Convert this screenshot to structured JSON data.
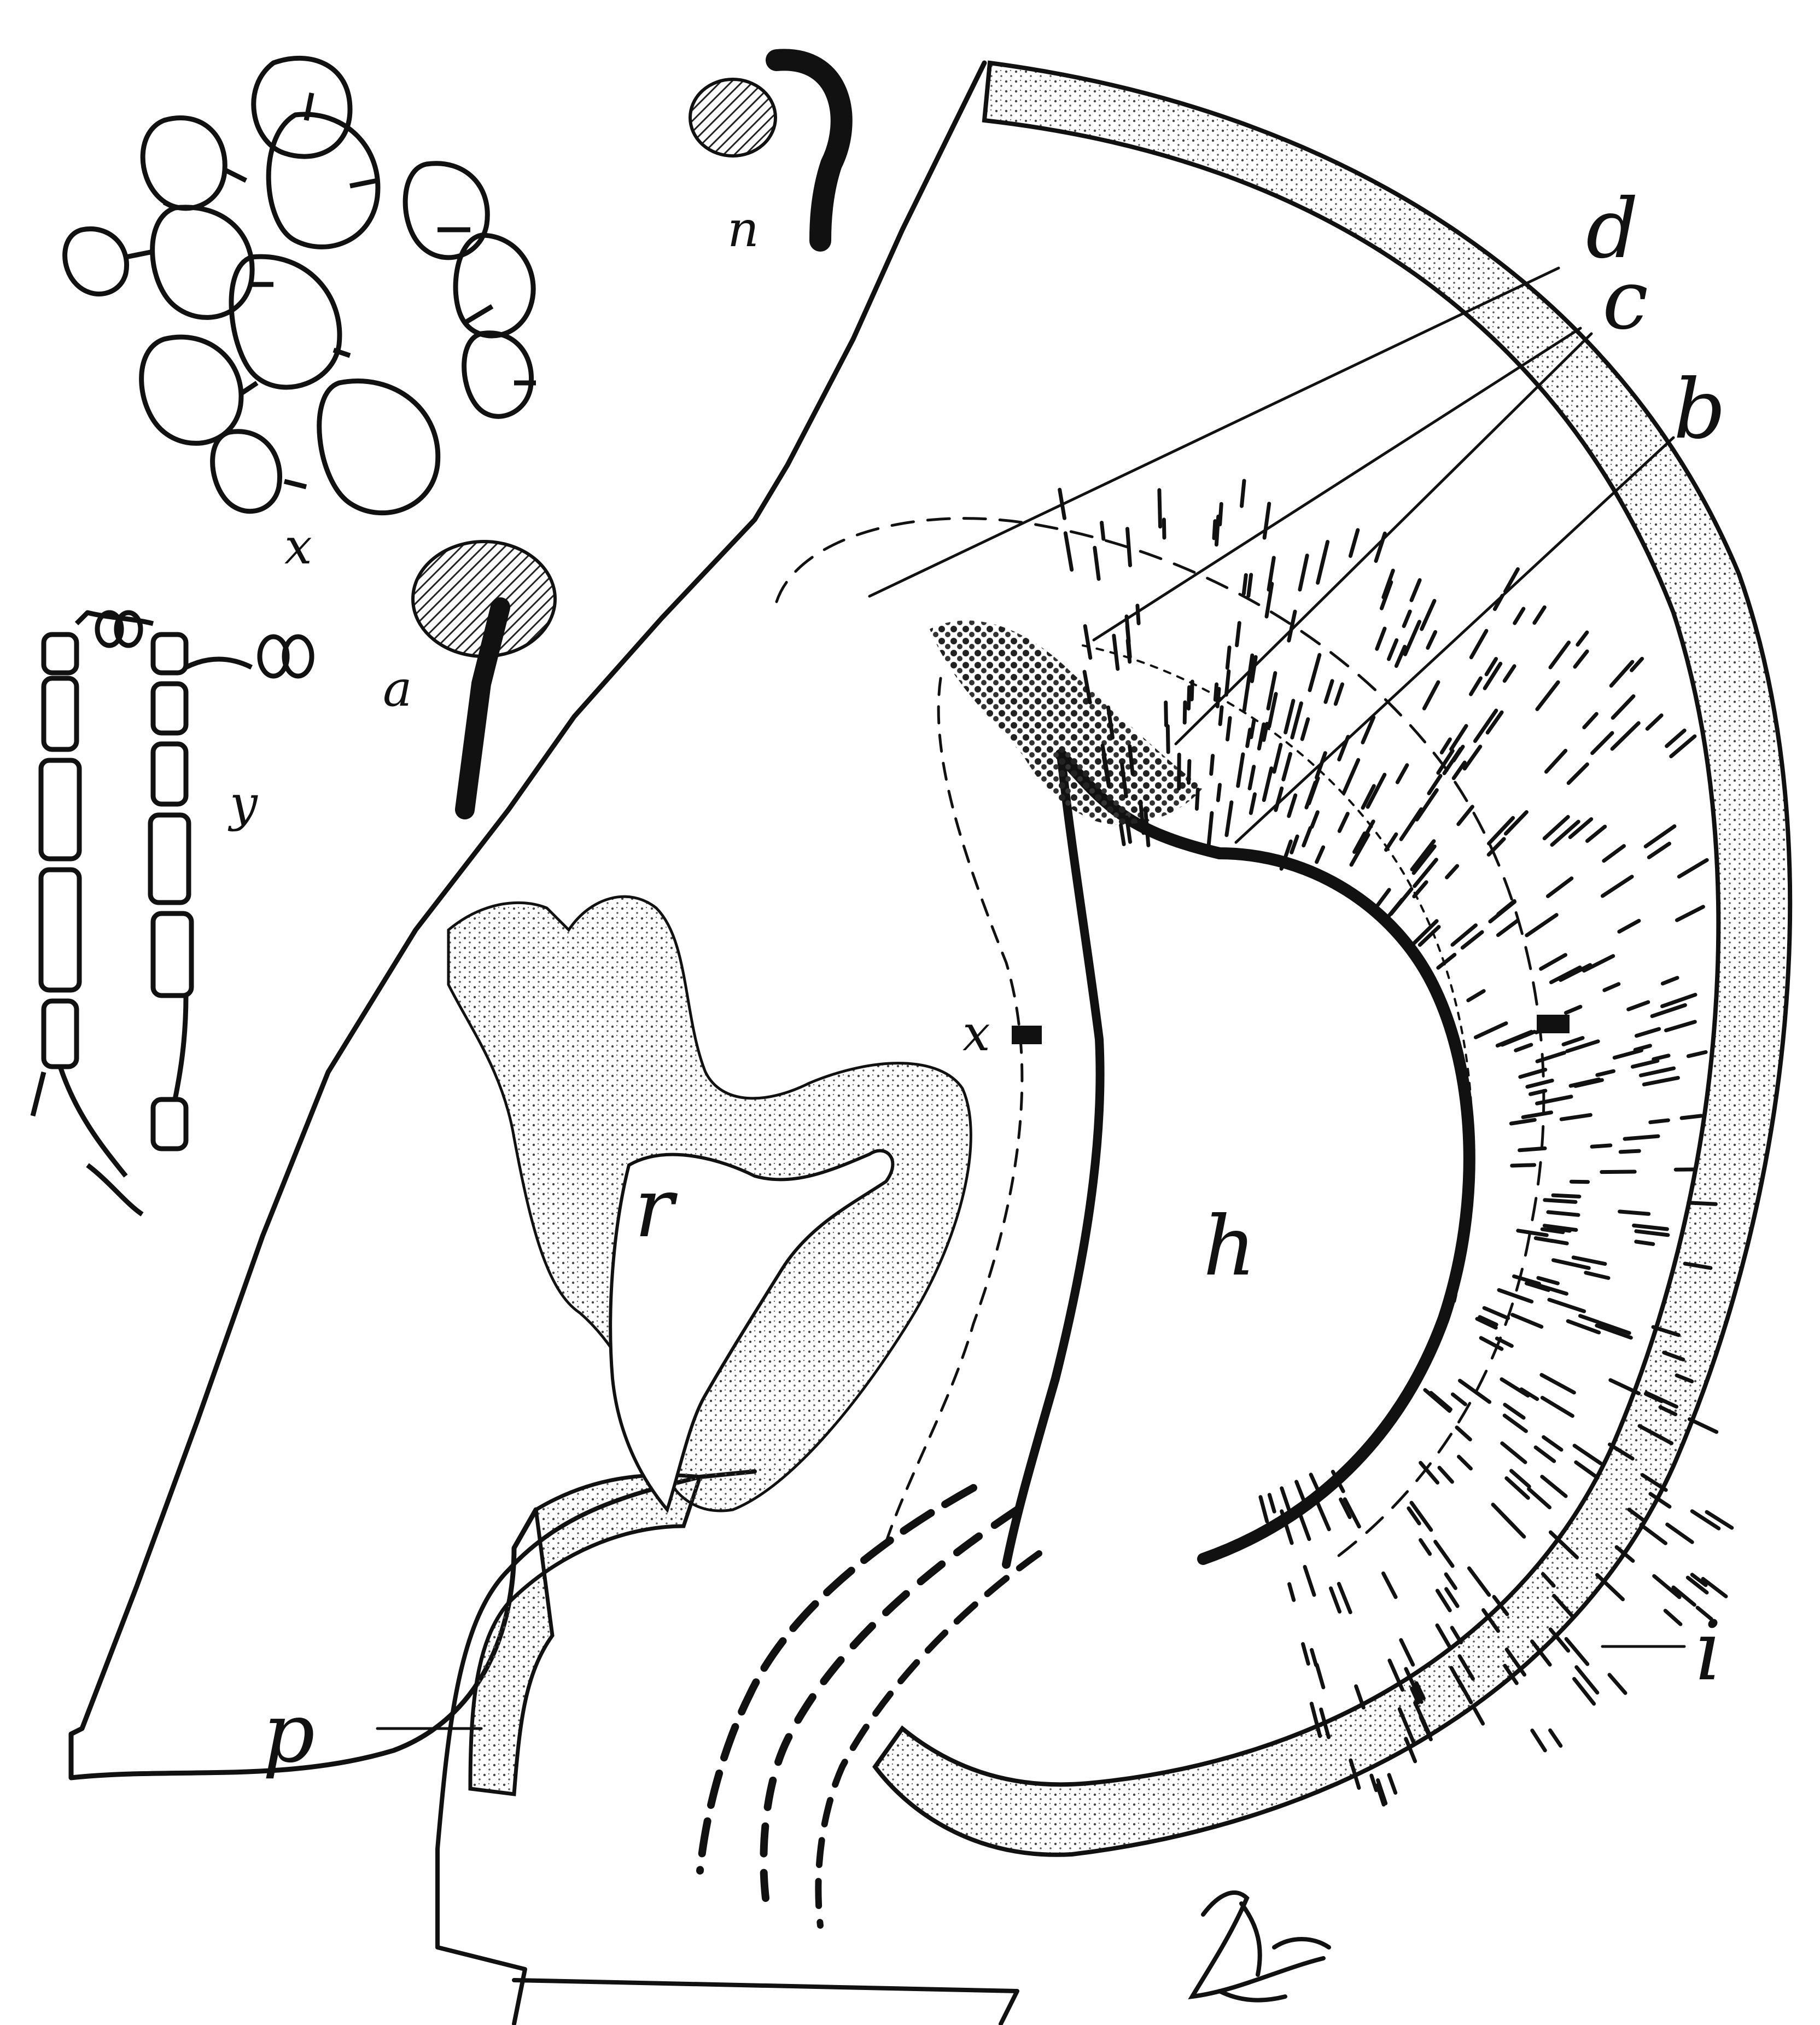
{
  "figure": {
    "labels": {
      "d": "d",
      "c": "c",
      "b": "b",
      "h": "h",
      "r": "r",
      "p": "p",
      "i": "i",
      "n": "n",
      "a": "a",
      "y": "y",
      "x_upper": "x",
      "x_inner": "x"
    },
    "signature": "Jdue"
  },
  "colors": {
    "ink": "#111111",
    "paper": "#ffffff",
    "stipple": "#555555"
  }
}
